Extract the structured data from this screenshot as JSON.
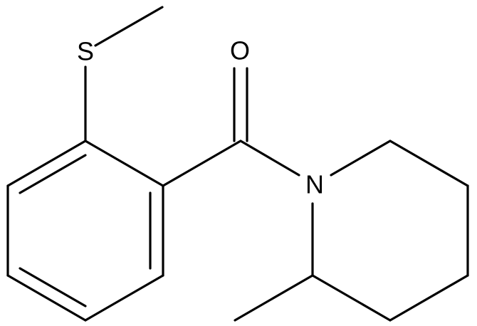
{
  "structure": {
    "atoms": {
      "sulfur": "S",
      "oxygen": "O",
      "nitrogen": "N"
    },
    "colors": {
      "bond": "#000000",
      "label": "#000000",
      "background": "#ffffff"
    }
  }
}
